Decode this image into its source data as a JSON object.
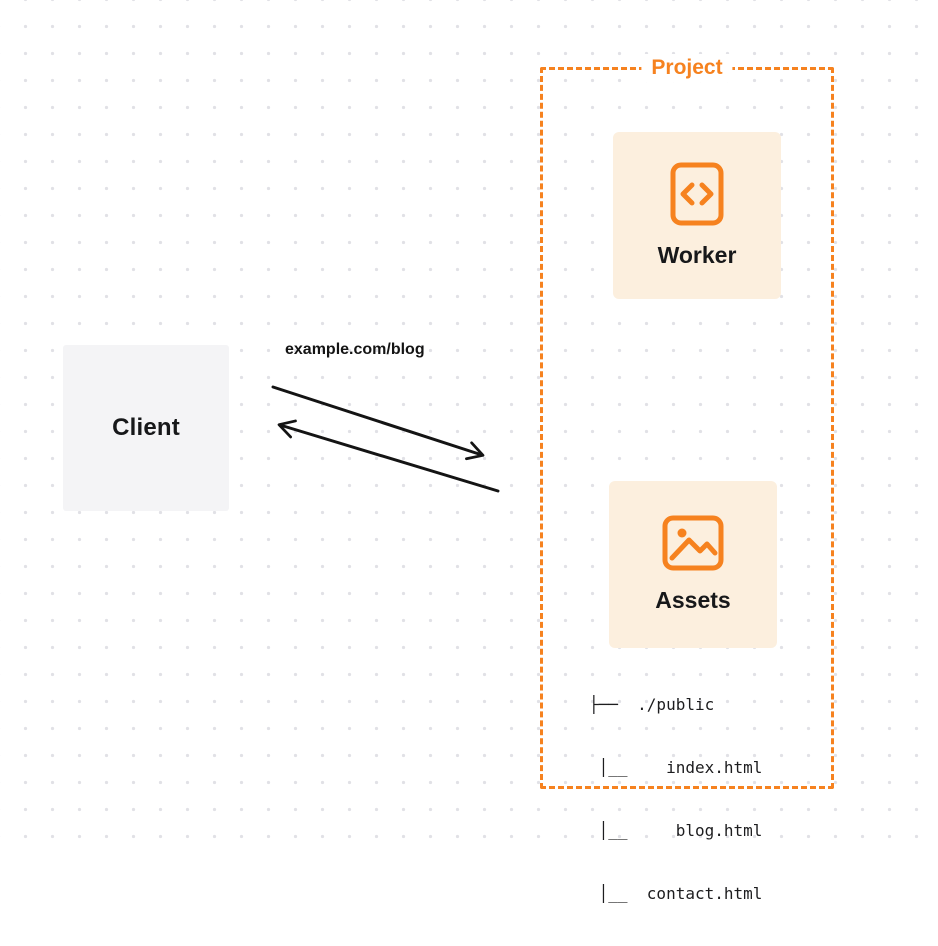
{
  "diagram": {
    "client": {
      "label": "Client"
    },
    "request_label": "example.com/blog",
    "project": {
      "label": "Project",
      "worker": {
        "label": "Worker",
        "icon": "code-icon"
      },
      "assets": {
        "label": "Assets",
        "icon": "image-icon"
      },
      "file_tree": [
        "├──  ./public",
        " │__    index.html",
        " │__     blog.html",
        " │__  contact.html"
      ]
    },
    "colors": {
      "accent_orange": "#F6821F",
      "card_background": "#FCEFDE",
      "client_background": "#F4F4F6",
      "arrow_black": "#141414",
      "dot_grid": "#E1E1E6"
    }
  }
}
